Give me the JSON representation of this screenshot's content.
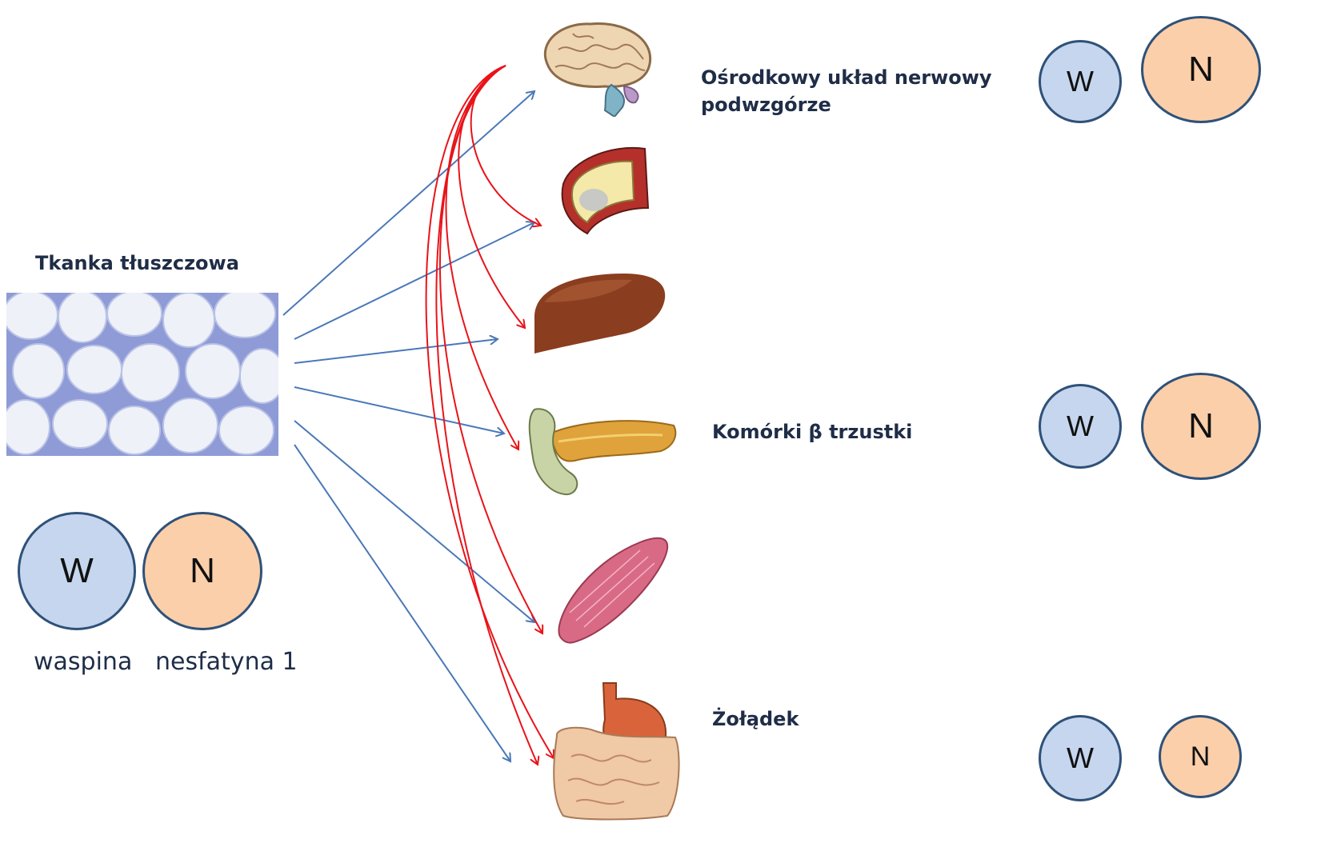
{
  "labels": {
    "adipose": "Tkanka tłuszczowa",
    "cns_line1": "Ośrodkowy układ nerwowy",
    "cns_line2": "podwzgórze",
    "pancreas": "Komórki β trzustki",
    "stomach": "Żołądek"
  },
  "legend": {
    "w_letter": "W",
    "n_letter": "N",
    "w_name": "waspina",
    "n_name": "nesfatyna 1"
  },
  "right_pairs": [
    {
      "w": "W",
      "n": "N"
    },
    {
      "w": "W",
      "n": "N"
    },
    {
      "w": "W",
      "n": "N"
    }
  ],
  "colors": {
    "waspina": "#c5d6ee",
    "nesfatyna": "#fbcfa9",
    "blue_arrows": "#4a78b8",
    "red_arrows": "#e8141a"
  },
  "organs": [
    "brain-icon",
    "artery-icon",
    "liver-icon",
    "pancreas-icon",
    "muscle-icon",
    "intestine-icon"
  ]
}
